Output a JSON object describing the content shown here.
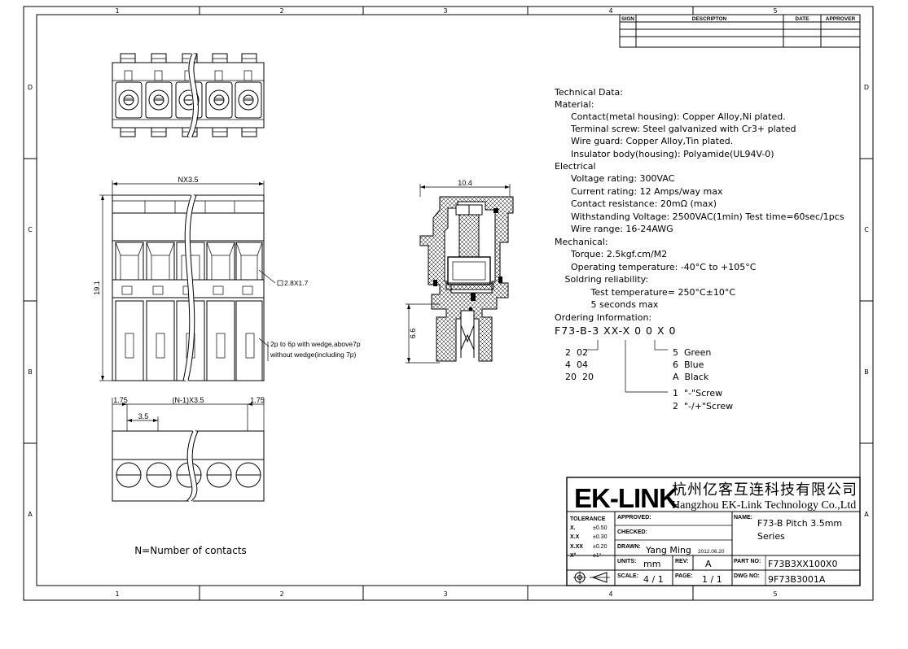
{
  "grid": {
    "cols": [
      "1",
      "2",
      "3",
      "4",
      "5"
    ],
    "rows": [
      "D",
      "C",
      "B",
      "A"
    ]
  },
  "revision_table": {
    "headers": [
      "SIGN",
      "DESCRIPTON",
      "DATE",
      "APPROVER"
    ]
  },
  "technical_data": {
    "title": "Technical Data:",
    "lines": [
      "Material:",
      "  Contact(metal housing): Copper Alloy,Ni plated.",
      "  Terminal screw: Steel galvanized with Cr3+ plated",
      "  Wire guard: Copper Alloy,Tin plated.",
      "  Insulator body(housing): Polyamide(UL94V-0)",
      "Electrical",
      "  Voltage rating: 300VAC",
      "  Current rating: 12 Amps/way max",
      "  Contact resistance: 20mΩ (max)",
      "  Withstanding Voltage: 2500VAC(1min) Test time=60sec/1pcs",
      "  Wire range: 16-24AWG",
      "Mechanical:",
      "  Torque: 2.5kgf.cm/M2",
      "  Operating temperature: -40°C to +105°C",
      " Soldring reliability:",
      "     Test temperature= 250°C±10°C",
      "     5 seconds max",
      "Ordering Information:"
    ]
  },
  "ordering": {
    "code": "F73-B-3 XX-X 0 0 X 0",
    "pins": [
      "2  02",
      "4  04",
      "20  20"
    ],
    "colors": [
      "5  Green",
      "6  Blue",
      "A  Black"
    ],
    "screws": [
      "1  \"-\"Screw",
      "2  \"-/+\"Screw"
    ]
  },
  "dimensions": {
    "nx": "NX3.5",
    "height": "19.1",
    "pin": "2.8X1.7",
    "width": "10.4",
    "pitch_h": "6.6",
    "end_l": "1.75",
    "mid": "(N-1)X3.5",
    "end_r": "1.75",
    "pitch": "3.5"
  },
  "notes": {
    "wedge": [
      "2p to 6p with wedge,above7p",
      "without wedge(including 7p)"
    ],
    "contacts": "N=Number of contacts"
  },
  "title_block": {
    "logo": "EK-LINK",
    "company_cn": "杭州亿客互连科技有限公司",
    "company_en": "Hangzhou EK-Link Technology Co.,Ltd",
    "tolerance_label": "TOLERANCE",
    "tolerances": [
      [
        "X.",
        "±0.50"
      ],
      [
        "X.X",
        "±0.30"
      ],
      [
        "X.XX",
        "±0.20"
      ],
      [
        "X°",
        "±1°"
      ]
    ],
    "approved_label": "APPROVED:",
    "checked_label": "CHECKED:",
    "drawn_label": "DRAWN:",
    "drawn_by": "Yang Ming",
    "drawn_date": "2012.06.20",
    "name_label": "NAME:",
    "name_line1": "F73-B Pitch 3.5mm",
    "name_line2": "Series",
    "units_label": "UNITS:",
    "units": "mm",
    "rev_label": "REV:",
    "rev": "A",
    "partno_label": "PART NO:",
    "partno": "F73B3XX100X0",
    "scale_label": "SCALE:",
    "scale": "4 / 1",
    "page_label": "PAGE:",
    "page": "1 / 1",
    "dwgno_label": "DWG NO:",
    "dwgno": "9F73B3001A"
  }
}
